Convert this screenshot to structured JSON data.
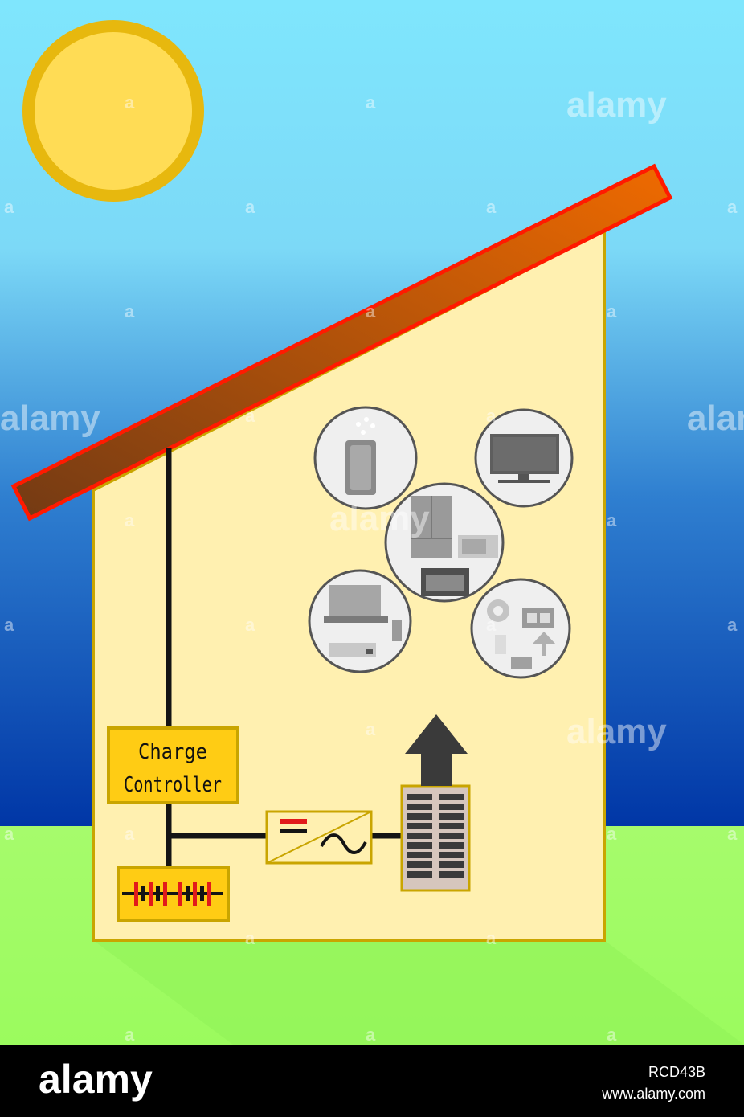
{
  "diagram": {
    "charge_controller": {
      "line1": "Charge",
      "line2": "Controller"
    }
  },
  "colors": {
    "sky_top": "#7fe6fd",
    "sky_bottom": "#003aa8",
    "grass": "#a6fb6c",
    "house_wall": "#fff0b0",
    "house_outline": "#c9a500",
    "sun_fill": "#ffdc55",
    "sun_outline": "#e7b80e",
    "panel_top": "#e76100",
    "panel_bottom": "#7a3a10",
    "panel_outline": "#ff1a00",
    "controller_fill": "#ffcc14",
    "wire": "#141414",
    "battery_cell": "#e21b1b"
  },
  "watermark": {
    "brand": "alamy",
    "mark": "a"
  },
  "footer": {
    "logo": "alamy",
    "image_id": "RCD43B",
    "url": "www.alamy.com"
  }
}
